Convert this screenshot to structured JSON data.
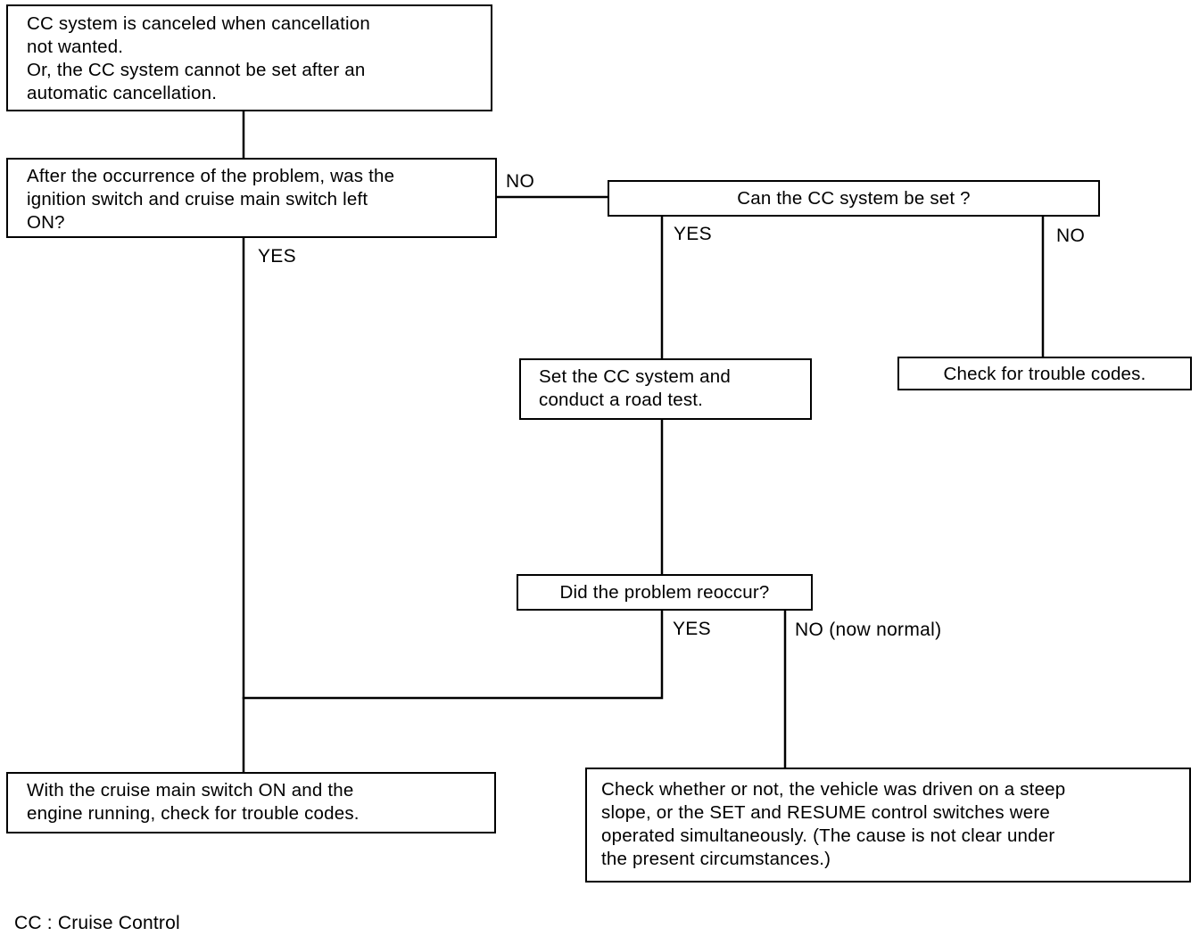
{
  "nodes": {
    "start": {
      "lines": [
        "CC system is canceled when cancellation",
        "not wanted.",
        "Or, the CC system cannot be set after an",
        "automatic cancellation."
      ]
    },
    "q_switch_left_on": {
      "lines": [
        "After the occurrence of the problem, was the",
        "ignition switch and cruise main switch left",
        "ON?"
      ]
    },
    "q_can_set": {
      "lines": [
        "Can the CC system be set ?"
      ]
    },
    "set_and_test": {
      "lines": [
        "Set the CC system and",
        "conduct a road test."
      ]
    },
    "check_codes": {
      "lines": [
        "Check for trouble codes."
      ]
    },
    "q_reoccur": {
      "lines": [
        "Did the problem reoccur?"
      ]
    },
    "check_codes_engine": {
      "lines": [
        "With the cruise main switch ON and the",
        "engine running, check for trouble codes."
      ]
    },
    "check_steep_slope": {
      "lines": [
        "Check whether or not, the vehicle was driven on a steep",
        "slope, or the SET and RESUME control switches were",
        "operated simultaneously. (The cause is not clear under",
        "the present circumstances.)"
      ]
    }
  },
  "edge_labels": {
    "switch_no": "NO",
    "switch_yes": "YES",
    "can_set_yes": "YES",
    "can_set_no": "NO",
    "reoccur_yes": "YES",
    "reoccur_no": "NO (now normal)"
  },
  "footnote": "CC : Cruise Control"
}
